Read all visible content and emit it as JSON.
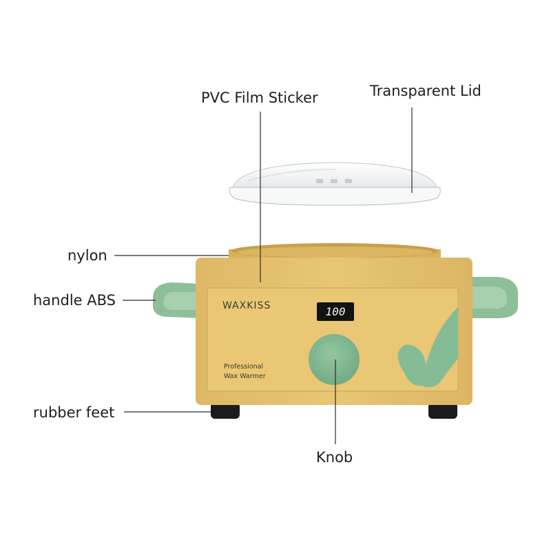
{
  "labels": {
    "pvc_film_sticker": "PVC Film Sticker",
    "transparent_lid": "Transparent Lid",
    "nylon": "nylon",
    "handle_abs": "handle ABS",
    "rubber_feet": "rubber feet",
    "knob": "Knob"
  },
  "product": {
    "brand": "WAXKISS",
    "subtitle_line1": "Professional",
    "subtitle_line2": "Wax Warmer",
    "display_value": "100"
  },
  "colors": {
    "body_yellow": "#e7c36f",
    "rim_yellow": "#d8b35e",
    "handle_green": "#8dbf98",
    "knob_green": "#84bc95",
    "feet_black": "#1b1b1b",
    "lid_clear": "#f1f3f4"
  }
}
